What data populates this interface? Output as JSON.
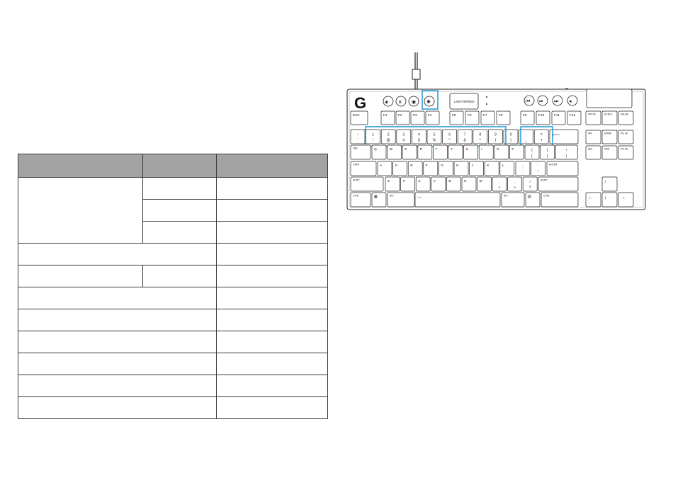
{
  "table": {
    "header": [
      "",
      "",
      ""
    ],
    "rows": 11
  },
  "keyboard": {
    "brand_label": "LIGHTSPEED",
    "function_row": [
      "ESC",
      "F1",
      "F2",
      "F3",
      "F4",
      "F5",
      "F6",
      "F7",
      "F8",
      "F9",
      "F10",
      "F11",
      "F12"
    ],
    "nav_top": [
      "PRTSC",
      "SCRLK",
      "PAUSE"
    ],
    "nav_mid1": [
      "INS",
      "HOME",
      "PG UP"
    ],
    "nav_mid2": [
      "DEL",
      "END",
      "PG DN"
    ],
    "number_row": [
      {
        "top": "~",
        "bot": "`"
      },
      {
        "top": "1",
        "bot": "!"
      },
      {
        "top": "2",
        "bot": "@"
      },
      {
        "top": "3",
        "bot": "#"
      },
      {
        "top": "4",
        "bot": "$"
      },
      {
        "top": "5",
        "bot": "%"
      },
      {
        "top": "6",
        "bot": "^"
      },
      {
        "top": "7",
        "bot": "&"
      },
      {
        "top": "8",
        "bot": "*"
      },
      {
        "top": "9",
        "bot": "("
      },
      {
        "top": "0",
        "bot": ")"
      },
      {
        "top": "-",
        "bot": "_"
      },
      {
        "top": "=",
        "bot": "+"
      }
    ],
    "backspace": "⟵",
    "tab_label": "TAB",
    "q_row": [
      "Q",
      "W",
      "E",
      "R",
      "T",
      "Y",
      "U",
      "I",
      "O",
      "P"
    ],
    "q_row_tail": [
      {
        "top": "{",
        "bot": "["
      },
      {
        "top": "}",
        "bot": "]"
      },
      {
        "top": "\\",
        "bot": "|"
      }
    ],
    "caps_label": "CAPS",
    "a_row": [
      "A",
      "S",
      "D",
      "F",
      "G",
      "H",
      "J",
      "K",
      "L"
    ],
    "a_row_tail": [
      {
        "top": ";",
        "bot": ":"
      },
      {
        "top": "'",
        "bot": "\""
      }
    ],
    "enter_label": "ENTER",
    "shift_label": "SHIFT",
    "z_row": [
      "Z",
      "X",
      "C",
      "V",
      "B",
      "N",
      "M"
    ],
    "z_row_tail": [
      {
        "top": ",",
        "bot": "<"
      },
      {
        "top": ".",
        "bot": ">"
      },
      {
        "top": "/",
        "bot": "?"
      }
    ],
    "ctrl_label": "CTRL",
    "alt_label": "ALT",
    "arrows": {
      "up": "↑",
      "left": "←",
      "down": "↓",
      "right": "→"
    },
    "highlight_color": "#2a9fd6"
  }
}
